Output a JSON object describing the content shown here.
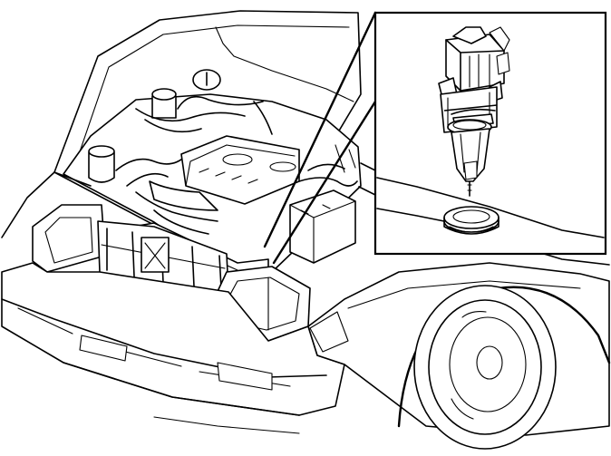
{
  "figure": {
    "subject": "car-front-open-hood-with-sensor-detail",
    "colors": {
      "line": "#000000",
      "background": "#ffffff"
    },
    "icons": [
      "car-front-view",
      "engine-bay",
      "sensor-connector-inset",
      "grommet-seal"
    ]
  }
}
